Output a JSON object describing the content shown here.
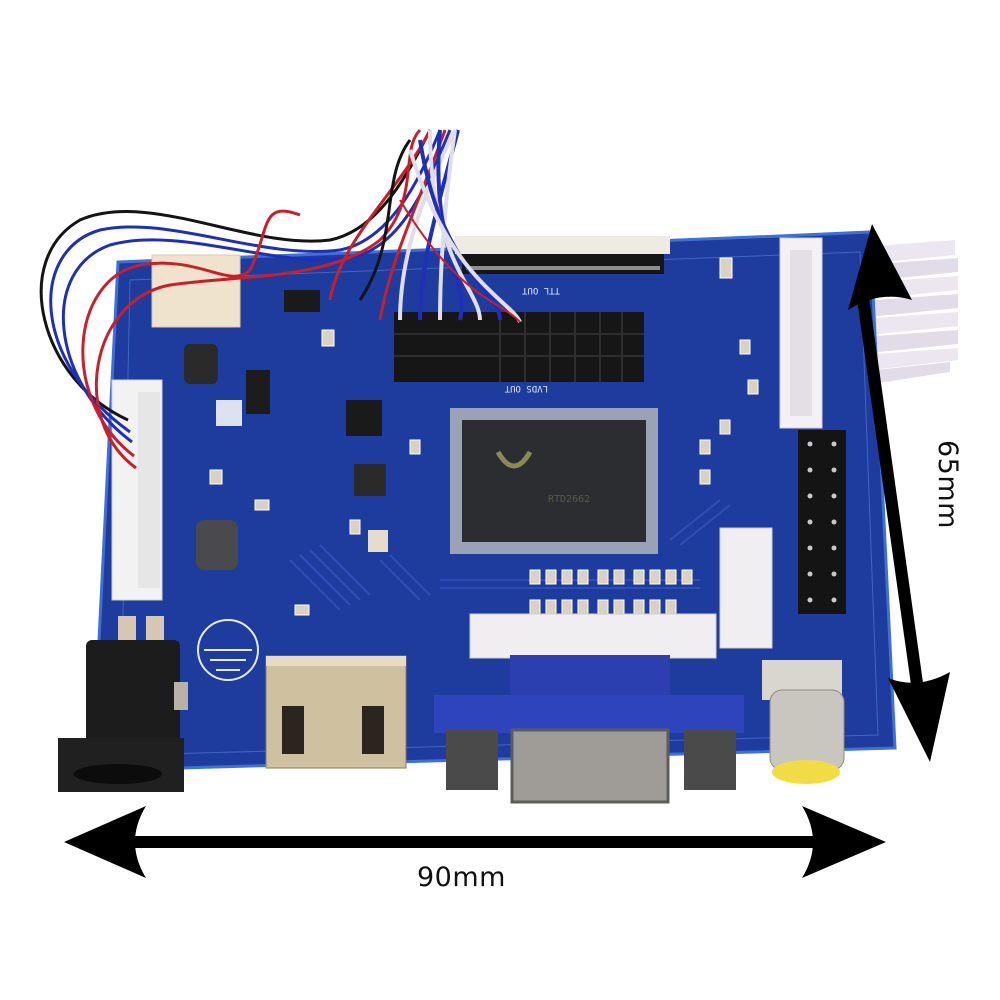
{
  "image": {
    "subject": "LCD controller board",
    "background_color": "#ffffff",
    "board_color": "#1d3c9e",
    "board_edge_color": "#3f6fd8"
  },
  "dimensions": {
    "width": {
      "label": "90mm",
      "orientation": "horizontal"
    },
    "height": {
      "label": "65mm",
      "orientation": "vertical"
    },
    "arrow_color": "#000000"
  },
  "silkscreen": {
    "ttl_connector": "TTL OUT",
    "lvds_connector": "LVDS OUT"
  },
  "connectors": [
    {
      "name": "dc-power-jack",
      "color": "#1a1a1a"
    },
    {
      "name": "hdmi-port",
      "color": "#c8b48c"
    },
    {
      "name": "vga-port",
      "color": "#2b3fb0"
    },
    {
      "name": "rca-av-jack",
      "color": "#ffe14a"
    },
    {
      "name": "keypad-cable-connector",
      "color": "#f2f0f4"
    },
    {
      "name": "backlight-cable-connector",
      "color": "#f2f2f2"
    },
    {
      "name": "ttl-fpc-connector",
      "color": "#1a1a1a"
    },
    {
      "name": "lvds-pin-header",
      "color": "#151515"
    },
    {
      "name": "gpio-pin-header",
      "color": "#151515"
    }
  ],
  "wires": {
    "colors": [
      "#c8202a",
      "#1f2fb8",
      "#141414",
      "#e0dde8"
    ]
  }
}
